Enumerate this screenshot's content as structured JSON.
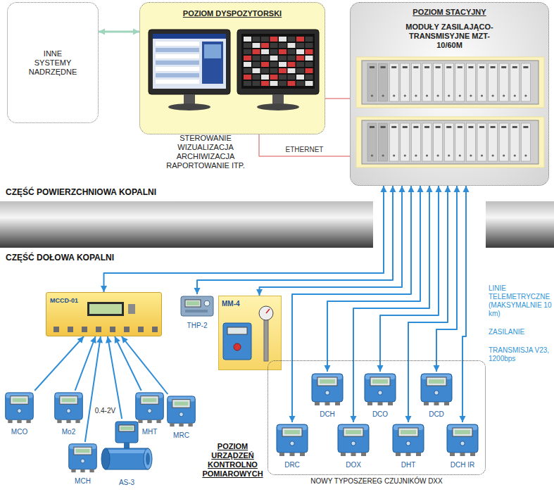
{
  "diagram": {
    "nodes": [
      {
        "text": [
          "INNE SYSTEMY NADRZĘDNE"
        ]
      },
      {
        "text": [
          "POZIOM DYSPOZYTORSKI"
        ]
      },
      {
        "text": [
          "POZIOM STACYJNY",
          "MODUŁY ZASILAJĄCO- TRANSMISYJNE MZT-10/60M"
        ]
      },
      {
        "text": [
          "MCCD-01"
        ]
      },
      {
        "text": [
          "THP-2"
        ]
      },
      {
        "text": [
          "MM-4"
        ]
      },
      {
        "text": [
          "MCO"
        ]
      },
      {
        "text": [
          "Mo2"
        ]
      },
      {
        "text": [
          "MCH"
        ]
      },
      {
        "text": [
          "AS-3"
        ]
      },
      {
        "text": [
          "MHT"
        ]
      },
      {
        "text": [
          "MRC"
        ]
      },
      {
        "text": [
          "NOWY TYPOSZEREG CZUJNIKÓW DXX"
        ]
      },
      {
        "text": [
          "DCH"
        ],
        "in": 12
      },
      {
        "text": [
          "DCO"
        ],
        "in": 12
      },
      {
        "text": [
          "DCD"
        ],
        "in": 12
      },
      {
        "text": [
          "DRC"
        ],
        "in": 12
      },
      {
        "text": [
          "DOX"
        ],
        "in": 12
      },
      {
        "text": [
          "DHT"
        ],
        "in": 12
      },
      {
        "text": [
          "DCH IR"
        ],
        "in": 12
      }
    ],
    "edges": [
      {
        "from": 0,
        "to": 1,
        "arrow": "both"
      },
      {
        "from": 1,
        "to": 2,
        "label": "ETHERNET",
        "arrow": "none"
      },
      {
        "from": 1,
        "to": 2,
        "arrow": "none"
      },
      {
        "from": 2,
        "to": 3,
        "arrow": "both"
      },
      {
        "from": 2,
        "to": 4,
        "arrow": "both"
      },
      {
        "from": 2,
        "to": 5,
        "arrow": "both"
      },
      {
        "from": 2,
        "to": 13,
        "arrow": "both"
      },
      {
        "from": 2,
        "to": 14,
        "arrow": "both"
      },
      {
        "from": 2,
        "to": 15,
        "arrow": "both"
      },
      {
        "from": 2,
        "to": 16,
        "arrow": "both"
      },
      {
        "from": 2,
        "to": 17,
        "arrow": "both"
      },
      {
        "from": 2,
        "to": 18,
        "arrow": "both"
      },
      {
        "from": 2,
        "to": 19,
        "arrow": "both"
      },
      {
        "from": 6,
        "to": 3,
        "arrow": "to"
      },
      {
        "from": 7,
        "to": 3,
        "arrow": "to"
      },
      {
        "from": 8,
        "to": 3,
        "label": "0.4-2V",
        "arrow": "to"
      },
      {
        "from": 9,
        "to": 3,
        "arrow": "to"
      },
      {
        "from": 10,
        "to": 3,
        "arrow": "to"
      },
      {
        "from": 11,
        "to": 3,
        "arrow": "to"
      }
    ],
    "labels": [
      "STEROWANIE WIZUALIZACJA ARCHIWIZACJA RAPORTOWANIE ITP.",
      "CZĘŚĆ POWIERZCHNIOWA KOPALNI",
      "CZĘŚĆ DOŁOWA KOPALNI",
      "LINIE TELEMETRYCZNE (MAKSYMALNIE 10 km)",
      "ZASILANIE",
      "TRANSMISJA V23, 1200bps",
      "POZIOM URZĄDZEŃ KONTROLNO POMIAROWYCH"
    ]
  }
}
